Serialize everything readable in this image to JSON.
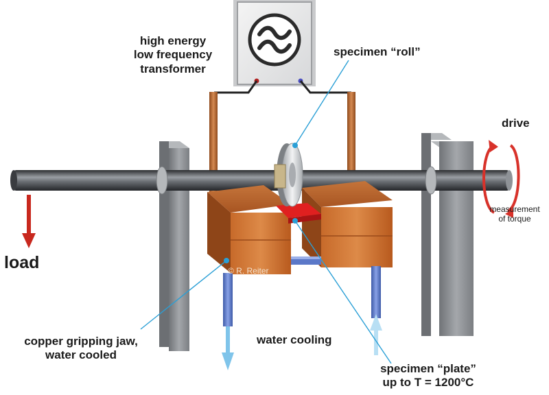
{
  "labels": {
    "transformer": [
      "high energy",
      "low frequency",
      "transformer"
    ],
    "roll": "specimen “roll”",
    "drive": "drive",
    "torque": [
      "measurement",
      "of torque"
    ],
    "load": "load",
    "jaw": [
      "copper gripping jaw,",
      "water cooled"
    ],
    "cooling": "water cooling",
    "plate": [
      "specimen “plate”",
      "up to T = 1200°C"
    ],
    "watermark": "© R. Reiter"
  },
  "icons": {
    "transformer_symbol": "ac-wave-icon",
    "drive": "rotation-arrow-icon",
    "load": "down-arrow-icon",
    "water_out": "down-arrow-icon",
    "water_in": "up-arrow-icon"
  },
  "colors": {
    "copper": "#b85a1e",
    "copper_light": "#d98a4a",
    "steel": "#5e6166",
    "frame": "#8d9094",
    "frame_dark": "#66696d",
    "specimen_plate": "#e02020",
    "water_pipe": "#5b78c8",
    "leader_line": "#2a9fd6",
    "arrow_red": "#c8281e",
    "arrow_water": "#7fc4ea"
  }
}
